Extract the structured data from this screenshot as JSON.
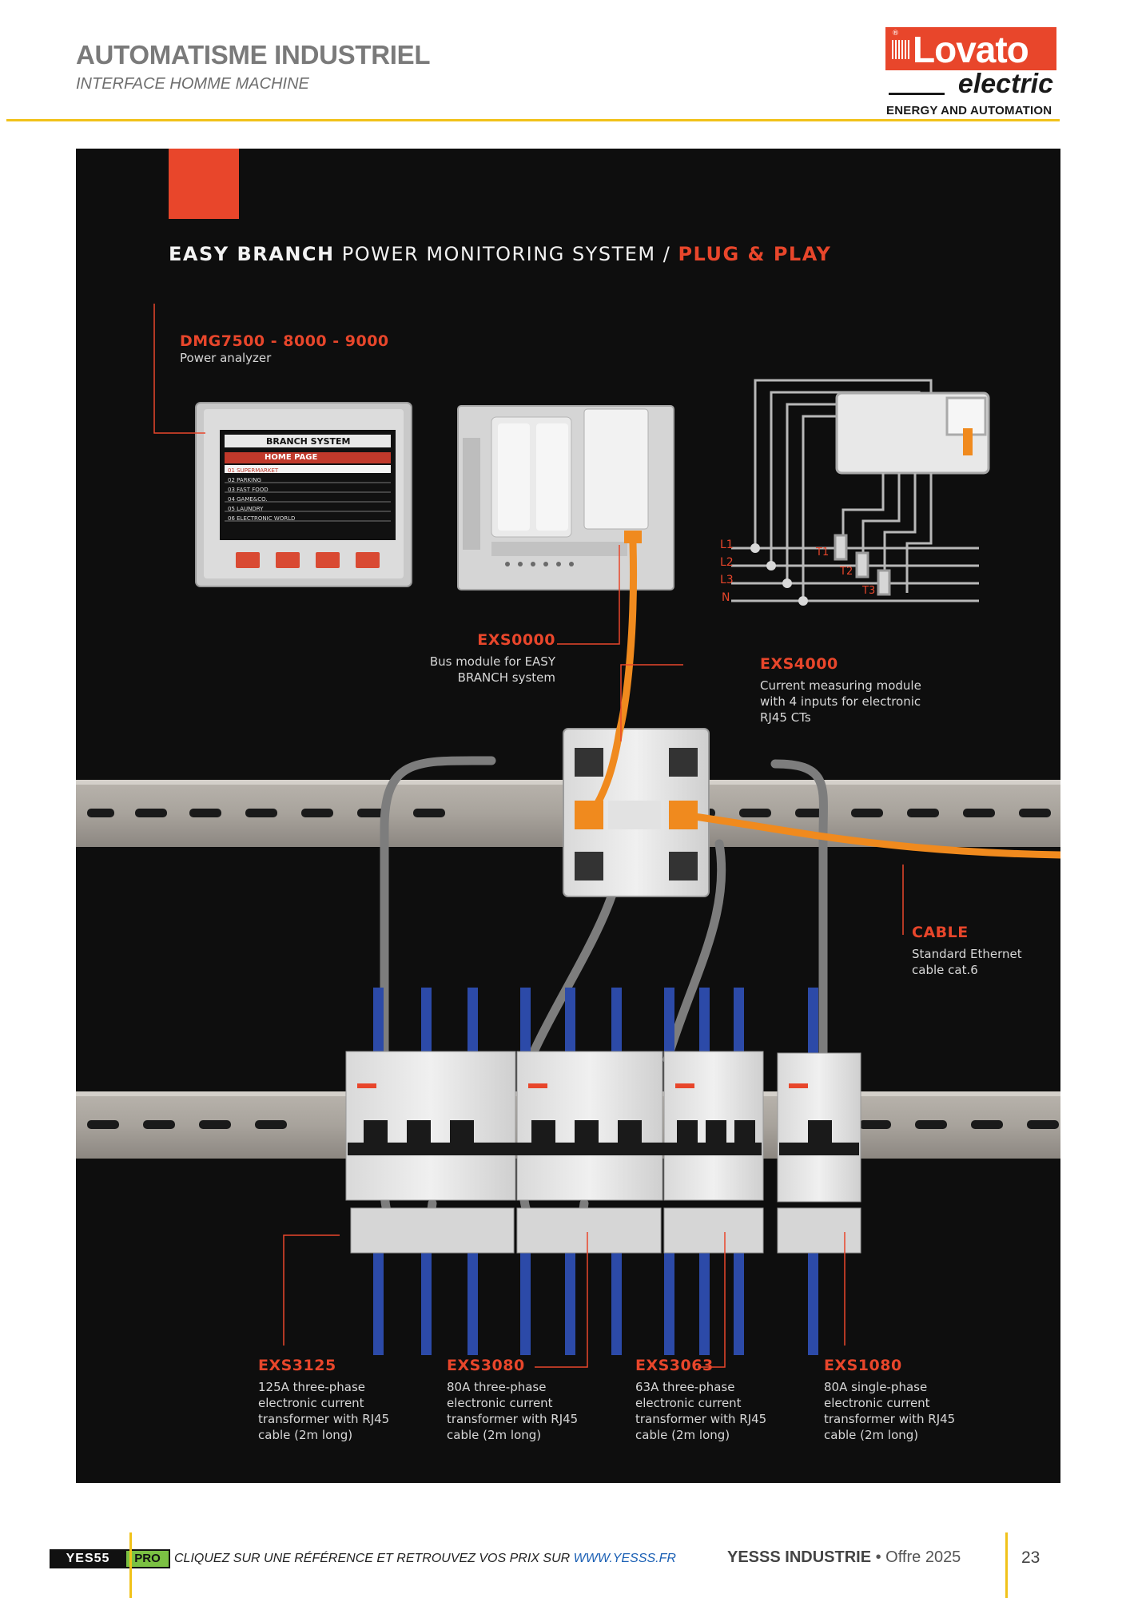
{
  "header": {
    "title": "AUTOMATISME INDUSTRIEL",
    "subtitle": "INTERFACE HOMME MACHINE"
  },
  "logo": {
    "word": "Lovato",
    "sub": "electric",
    "tagline": "ENERGY AND AUTOMATION"
  },
  "panel": {
    "heading_bold": "EASY BRANCH",
    "heading_light": "POWER MONITORING SYSTEM /",
    "heading_accent": "PLUG & PLAY"
  },
  "products": {
    "dmg": {
      "code": "DMG7500 - 8000 - 9000",
      "desc": "Power analyzer"
    },
    "exs0000": {
      "code": "EXS0000",
      "desc": "Bus module for EASY BRANCH system"
    },
    "exs4000": {
      "code": "EXS4000",
      "desc": "Current measuring module with 4 inputs for electronic RJ45 CTs"
    },
    "cable": {
      "code": "CABLE",
      "desc": "Standard Ethernet cable cat.6"
    },
    "exs3125": {
      "code": "EXS3125",
      "desc": "125A three-phase electronic current transformer with RJ45 cable (2m long)"
    },
    "exs3080": {
      "code": "EXS3080",
      "desc": "80A three-phase electronic current transformer with RJ45 cable (2m long)"
    },
    "exs3063": {
      "code": "EXS3063",
      "desc": "63A three-phase electronic current transformer with RJ45 cable (2m long)"
    },
    "exs1080": {
      "code": "EXS1080",
      "desc": "80A single-phase electronic current transformer with RJ45 cable (2m long)"
    }
  },
  "screen": {
    "title": "BRANCH SYSTEM",
    "home": "HOME PAGE",
    "rows": [
      "01 SUPERMARKET",
      "02 PARKING",
      "03 FAST FOOD",
      "04 GAME&CO.",
      "05 LAUNDRY",
      "06 ELECTRONIC WORLD"
    ]
  },
  "wiring": {
    "lines": [
      "L1",
      "L2",
      "L3",
      "N"
    ],
    "cts": [
      "T1",
      "T2",
      "T3"
    ]
  },
  "colors": {
    "accent": "#e8462b",
    "yellow_rule": "#f1c21a",
    "panel_bg": "#0e0e0e",
    "cable_orange": "#f08a1e"
  },
  "footer": {
    "brand_left": "YES55",
    "brand_right": "PRO",
    "cta": "CLIQUEZ SUR UNE RÉFÉRENCE ET RETROUVEZ VOS PRIX SUR",
    "url": "WWW.YESSS.FR",
    "offer_bold": "YESSS INDUSTRIE",
    "offer_rest": "• Offre 2025",
    "page": "23"
  }
}
